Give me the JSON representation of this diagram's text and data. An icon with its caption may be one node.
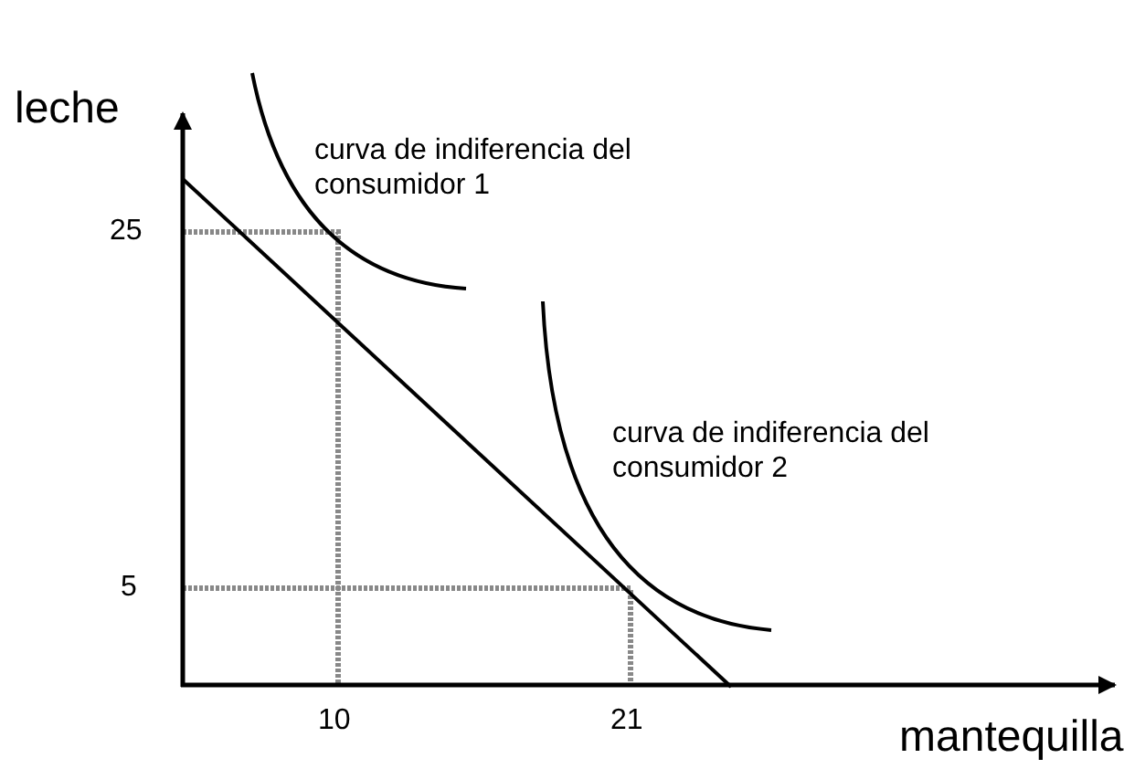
{
  "diagram": {
    "labels": [
      "leche",
      "curva de indiferencia del consumidor 1",
      "25",
      "curva de indiferencia del consumidor 2",
      "5",
      "10",
      "21",
      "mantequilla"
    ]
  }
}
